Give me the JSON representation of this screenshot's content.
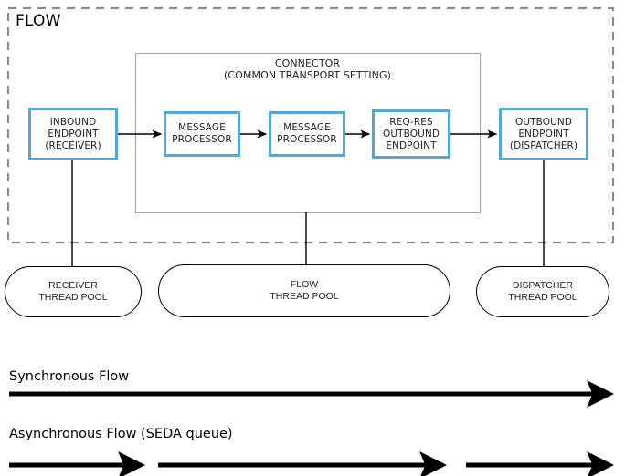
{
  "diagram": {
    "title": "FLOW",
    "boundary": {
      "style": "dashed",
      "color": "#8c8c8c"
    }
  },
  "connector": {
    "line1": "CONNECTOR",
    "line2": "(COMMON TRANSPORT SETTING)",
    "border_color": "#a6a6a6"
  },
  "nodes": [
    {
      "id": "inbound-endpoint",
      "label": "INBOUND\nENDPOINT\n(RECEIVER)"
    },
    {
      "id": "message-processor-1",
      "label": "MESSAGE\nPROCESSOR"
    },
    {
      "id": "message-processor-2",
      "label": "MESSAGE\nPROCESSOR"
    },
    {
      "id": "reqres-outbound-endpoint",
      "label": "REQ-RES\nOUTBOUND\nENDPOINT"
    },
    {
      "id": "outbound-endpoint",
      "label": "OUTBOUND\nENDPOINT\n(DISPATCHER)"
    }
  ],
  "node_border_color": "#55a8d4",
  "pools": [
    {
      "id": "receiver-thread-pool",
      "label": "RECEIVER\nTHREAD POOL"
    },
    {
      "id": "flow-thread-pool",
      "label": "FLOW\nTHREAD POOL"
    },
    {
      "id": "dispatcher-thread-pool",
      "label": "DISPATCHER\nTHREAD POOL"
    }
  ],
  "legend": [
    {
      "id": "synchronous-flow",
      "label": "Synchronous Flow",
      "segments": 1
    },
    {
      "id": "asynchronous-flow",
      "label": "Asynchronous Flow (SEDA queue)",
      "segments": 3
    }
  ]
}
